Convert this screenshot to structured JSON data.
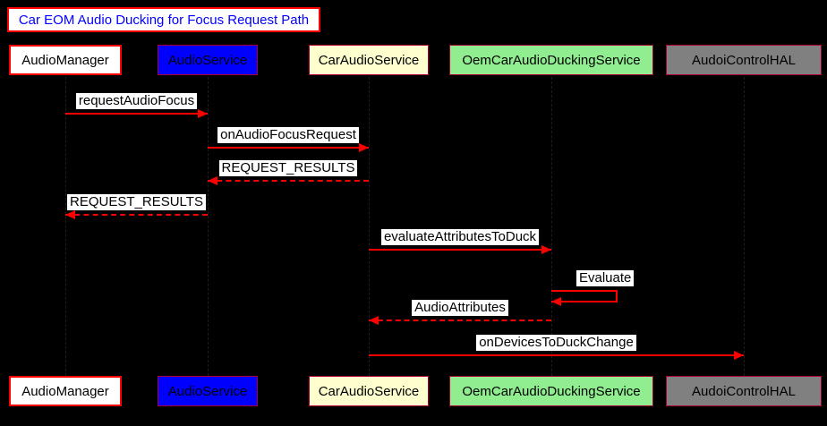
{
  "title": "Car EOM Audio Ducking for Focus Request Path",
  "diagram_type": "sequence",
  "colors": {
    "background": "#000000",
    "arrow": "#ff0000",
    "title_text": "#0000ff",
    "title_border": "#ff0000",
    "title_background": "#ffffff",
    "message_label_background": "#ffffff",
    "message_label_text": "#000000"
  },
  "participants": [
    {
      "label": "AudioManager",
      "fill": "#ffffff",
      "border": "#ff0000"
    },
    {
      "label": "AudioService",
      "fill": "#0000ff",
      "border": "#a80036"
    },
    {
      "label": "CarAudioService",
      "fill": "#fefece",
      "border": "#a80036"
    },
    {
      "label": "OemCarAudioDuckingService",
      "fill": "#90ee90",
      "border": "#a80036"
    },
    {
      "label": "AudoiControlHAL",
      "fill": "#808080",
      "border": "#a80036"
    }
  ],
  "messages": [
    {
      "label": "requestAudioFocus",
      "from": "AudioManager",
      "to": "AudioService",
      "line": "solid",
      "direction": "right"
    },
    {
      "label": "onAudioFocusRequest",
      "from": "AudioService",
      "to": "CarAudioService",
      "line": "solid",
      "direction": "right"
    },
    {
      "label": "REQUEST_RESULTS",
      "from": "CarAudioService",
      "to": "AudioService",
      "line": "dashed",
      "direction": "left"
    },
    {
      "label": "REQUEST_RESULTS",
      "from": "AudioService",
      "to": "AudioManager",
      "line": "dashed",
      "direction": "left"
    },
    {
      "label": "evaluateAttributesToDuck",
      "from": "CarAudioService",
      "to": "OemCarAudioDuckingService",
      "line": "solid",
      "direction": "right"
    },
    {
      "label": "Evaluate",
      "from": "OemCarAudioDuckingService",
      "to": "OemCarAudioDuckingService",
      "line": "solid",
      "direction": "self"
    },
    {
      "label": "AudioAttributes",
      "from": "OemCarAudioDuckingService",
      "to": "CarAudioService",
      "line": "dashed",
      "direction": "left"
    },
    {
      "label": "onDevicesToDuckChange",
      "from": "CarAudioService",
      "to": "AudoiControlHAL",
      "line": "solid",
      "direction": "right"
    }
  ]
}
